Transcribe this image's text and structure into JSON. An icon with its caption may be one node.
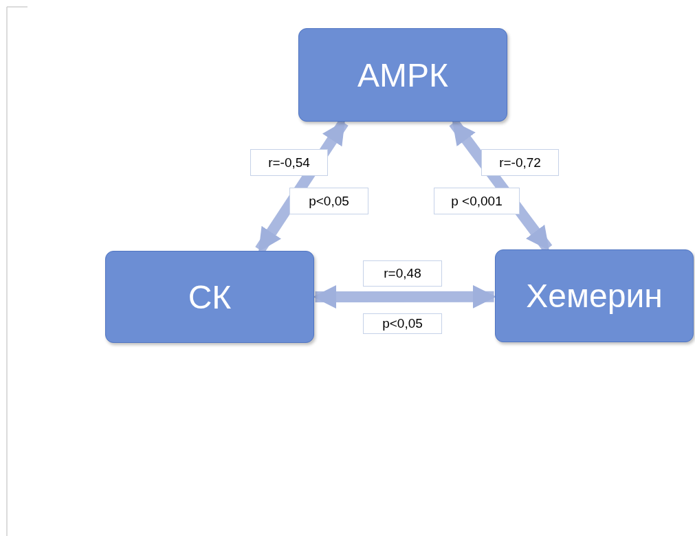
{
  "diagram": {
    "nodes": [
      {
        "text": [
          "АМРК"
        ]
      },
      {
        "text": [
          "СК"
        ]
      },
      {
        "text": [
          "Хемерин"
        ]
      }
    ],
    "edges": [
      {
        "from": 0,
        "to": 1,
        "arrow": "both"
      },
      {
        "from": 0,
        "to": 2,
        "arrow": "both"
      },
      {
        "from": 1,
        "to": 2,
        "arrow": "both"
      }
    ],
    "labels": [
      "r=-0,54",
      "p<0,05",
      "r=-0,72",
      "p <0,001",
      "r=0,48",
      "p<0,05"
    ]
  }
}
